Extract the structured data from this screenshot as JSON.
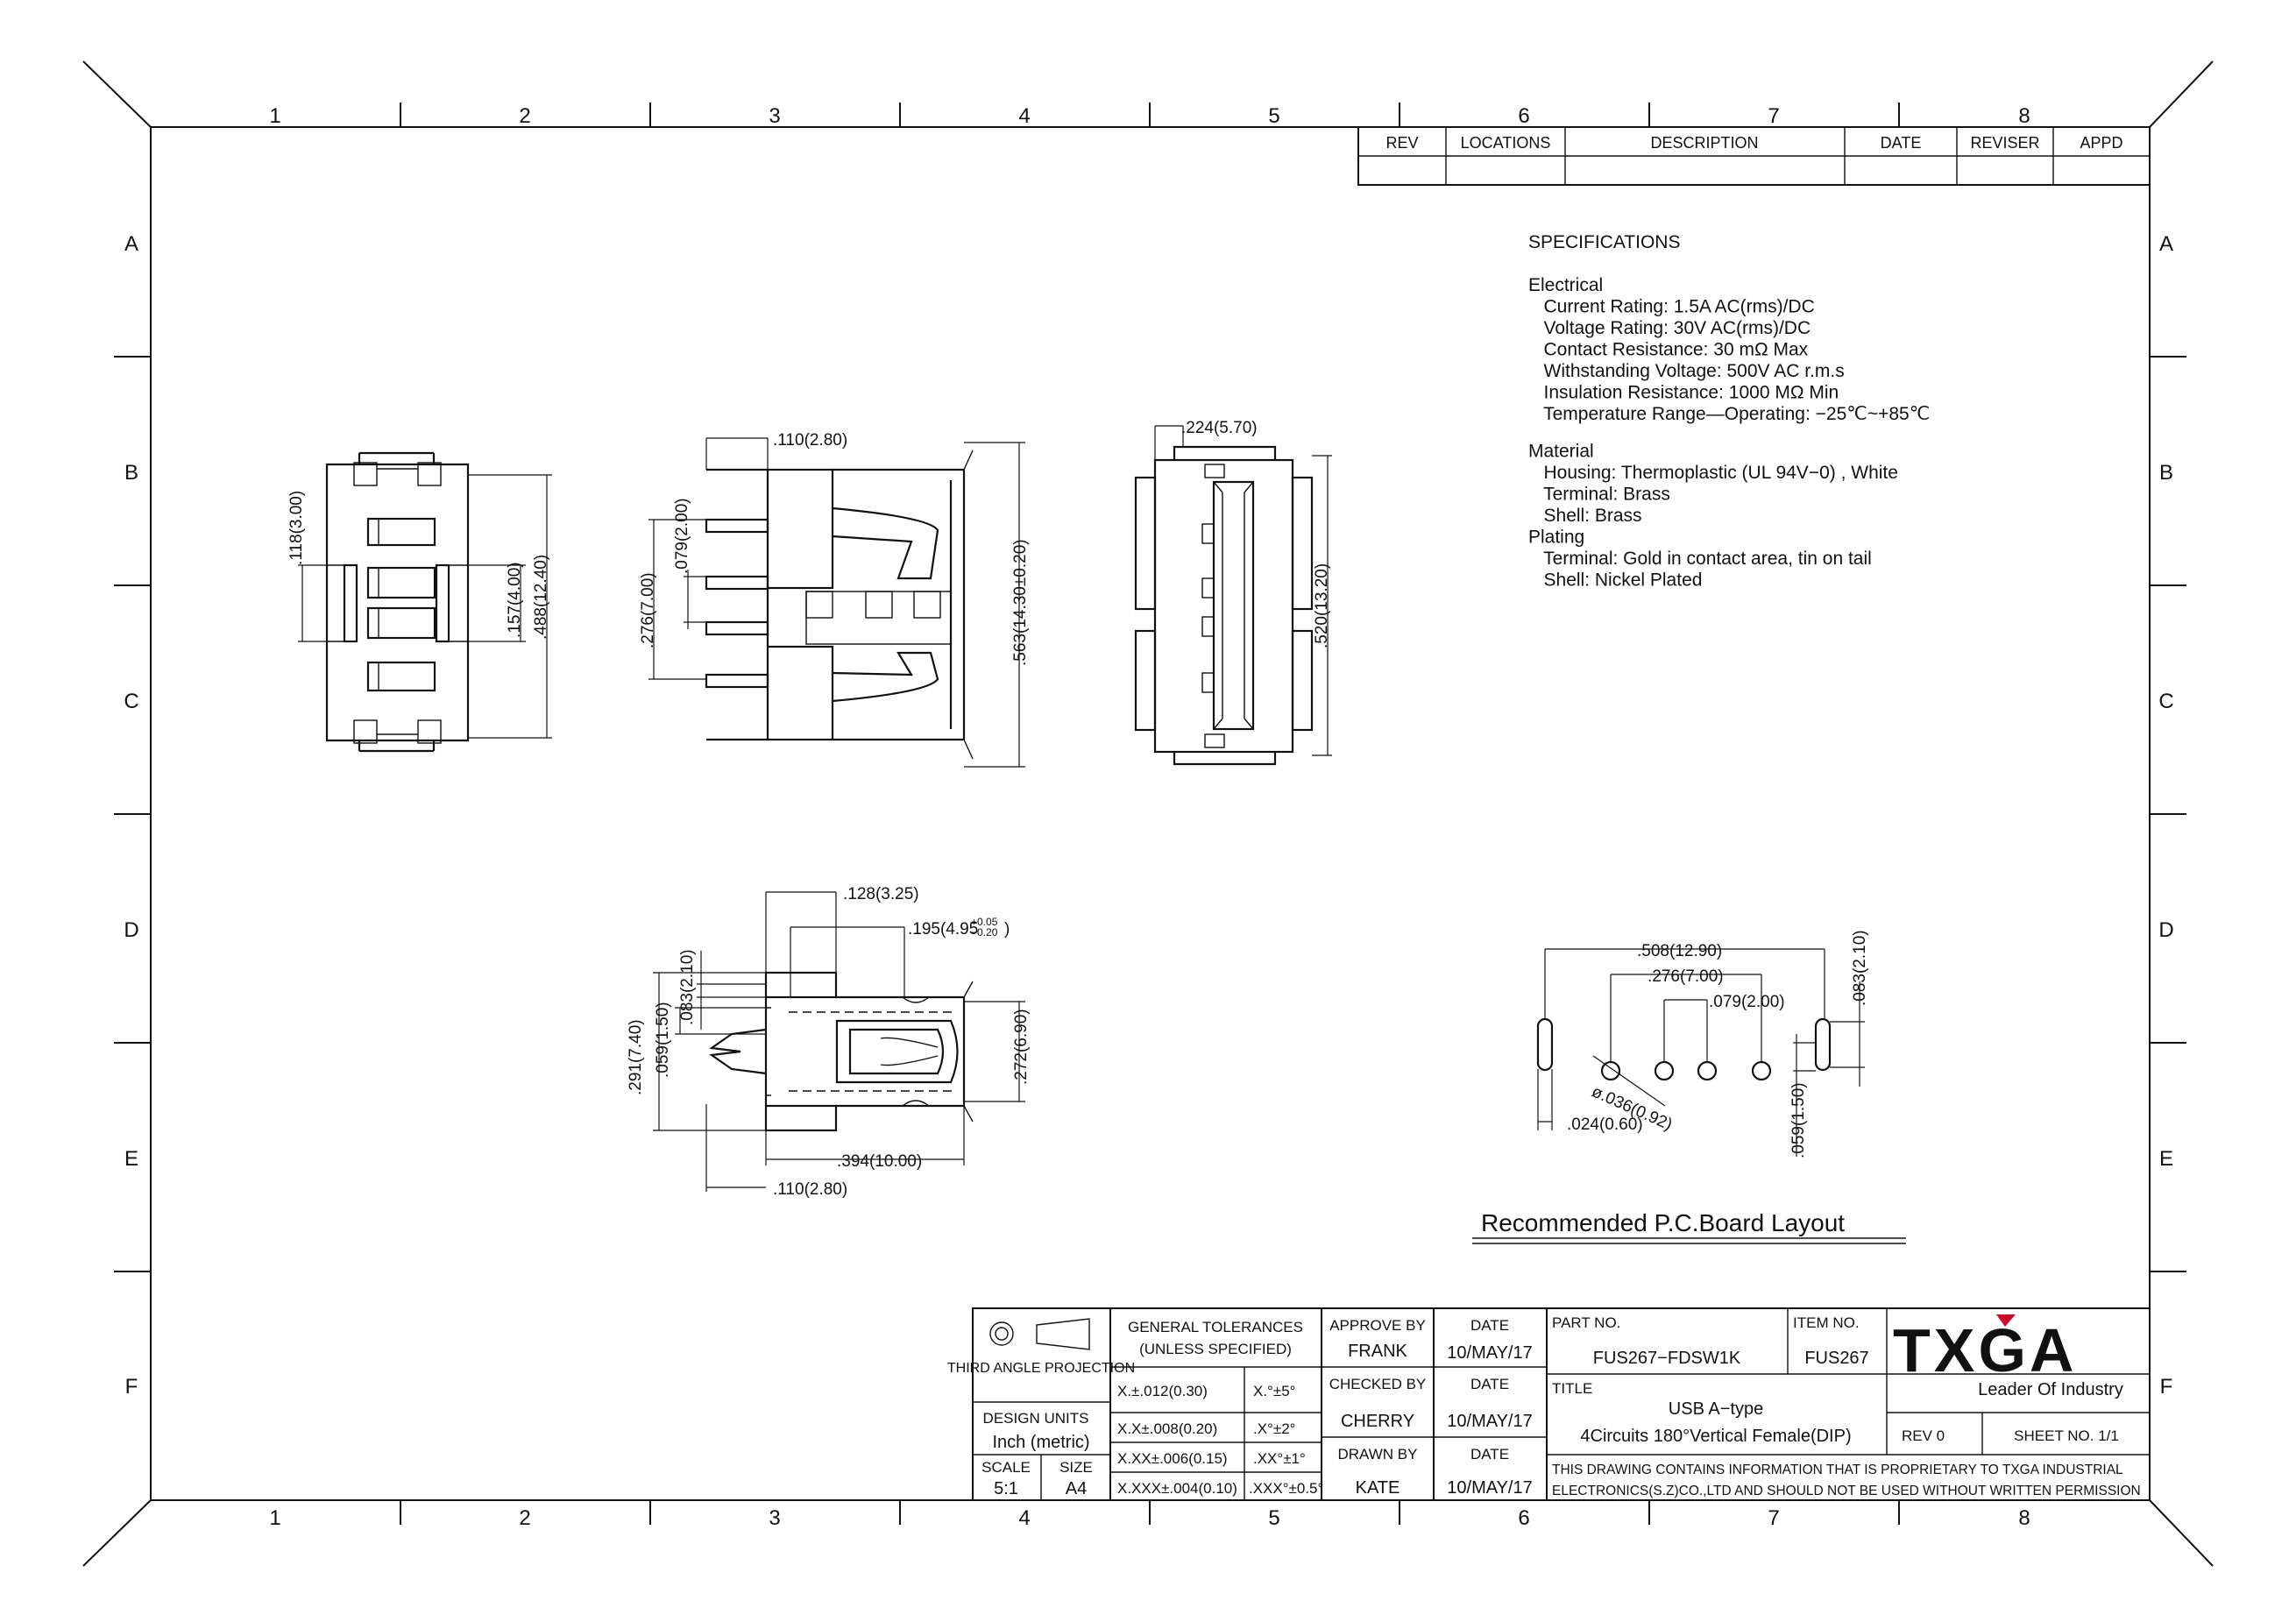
{
  "zones": {
    "columns": [
      "1",
      "2",
      "3",
      "4",
      "5",
      "6",
      "7",
      "8"
    ],
    "rows": [
      "A",
      "B",
      "C",
      "D",
      "E",
      "F"
    ]
  },
  "revision_table": {
    "headers": [
      "REV",
      "LOCATIONS",
      "DESCRIPTION",
      "DATE",
      "REVISER",
      "APPD"
    ]
  },
  "specifications": {
    "title": "SPECIFICATIONS",
    "lines": [
      "Electrical",
      "   Current Rating: 1.5A AC(rms)/DC",
      "   Voltage Rating: 30V AC(rms)/DC",
      "   Contact Resistance: 30 mΩ Max",
      "   Withstanding Voltage: 500V AC r.m.s",
      "   Insulation Resistance: 1000 MΩ Min",
      "   Temperature Range—Operating: −25℃~+85℃",
      "",
      "Material",
      "   Housing: Thermoplastic (UL 94V−0) , White",
      "   Terminal: Brass",
      "   Shell: Brass",
      "Plating",
      "   Terminal: Gold in contact area, tin on tail",
      "   Shell: Nickel Plated"
    ]
  },
  "dimensions": {
    "bottom_view": {
      "d118": ".118(3.00)",
      "d157": ".157(4.00)",
      "d488": ".488(12.40)"
    },
    "side_view": {
      "d110": ".110(2.80)",
      "d276": ".276(7.00)",
      "d079": ".079(2.00)",
      "d563": ".563(14.30±0.20)"
    },
    "front_view": {
      "d224": ".224(5.70)",
      "d520": ".520(13.20)"
    },
    "top_view": {
      "d128": ".128(3.25)",
      "d195": ".195(4.95",
      "d195_tol_plus": "+0.05",
      "d195_tol_minus": "−0.20",
      "d195_close": ")",
      "d083": ".083(2.10)",
      "d059": ".059(1.50)",
      "d291": ".291(7.40)",
      "d272": ".272(6.90)",
      "d394": ".394(10.00)",
      "d110": ".110(2.80)"
    },
    "pcb": {
      "d508": ".508(12.90)",
      "d276": ".276(7.00)",
      "d079": ".079(2.00)",
      "d083": ".083(2.10)",
      "d036": "ø.036(0.92)",
      "d024": ".024(0.60)",
      "d059": ".059(1.50)"
    }
  },
  "pcb_layout_title": "Recommended P.C.Board Layout",
  "title_block": {
    "projection_label": "THIRD ANGLE PROJECTION",
    "design_units_label": "DESIGN UNITS",
    "design_units_value": "Inch (metric)",
    "scale_label": "SCALE",
    "scale_value": "5:1",
    "size_label": "SIZE",
    "size_value": "A4",
    "general_tolerances_title": "GENERAL TOLERANCES",
    "general_tolerances_sub": "(UNLESS SPECIFIED)",
    "tolerances": [
      {
        "linear": "X.±.012(0.30)",
        "angular": "X.°±5°"
      },
      {
        "linear": "X.X±.008(0.20)",
        "angular": ".X°±2°"
      },
      {
        "linear": "X.XX±.006(0.15)",
        "angular": ".XX°±1°"
      },
      {
        "linear": "X.XXX±.004(0.10)",
        "angular": ".XXX°±0.5°"
      }
    ],
    "approve_by_label": "APPROVE BY",
    "approve_by": "FRANK",
    "checked_by_label": "CHECKED BY",
    "checked_by": "CHERRY",
    "drawn_by_label": "DRAWN BY",
    "drawn_by": "KATE",
    "date_label": "DATE",
    "date_approve": "10/MAY/17",
    "date_checked": "10/MAY/17",
    "date_drawn": "10/MAY/17",
    "part_no_label": "PART NO.",
    "part_no": "FUS267−FDSW1K",
    "item_no_label": "ITEM NO.",
    "item_no": "FUS267",
    "title_label": "TITLE",
    "title_line1": "USB A−type",
    "title_line2": "4Circuits 180°Vertical Female(DIP)",
    "rev": "REV 0",
    "sheet": "SHEET NO. 1/1",
    "logo_text": "TXGA",
    "logo_tagline": "Leader Of Industry",
    "notice_line1": "THIS DRAWING CONTAINS INFORMATION THAT IS PROPRIETARY TO TXGA INDUSTRIAL",
    "notice_line2": "ELECTRONICS(S.Z)CO.,LTD AND SHOULD NOT BE USED WITHOUT WRITTEN PERMISSION"
  },
  "colors": {
    "ink": "#111111",
    "logo_accent": "#c8102e"
  }
}
